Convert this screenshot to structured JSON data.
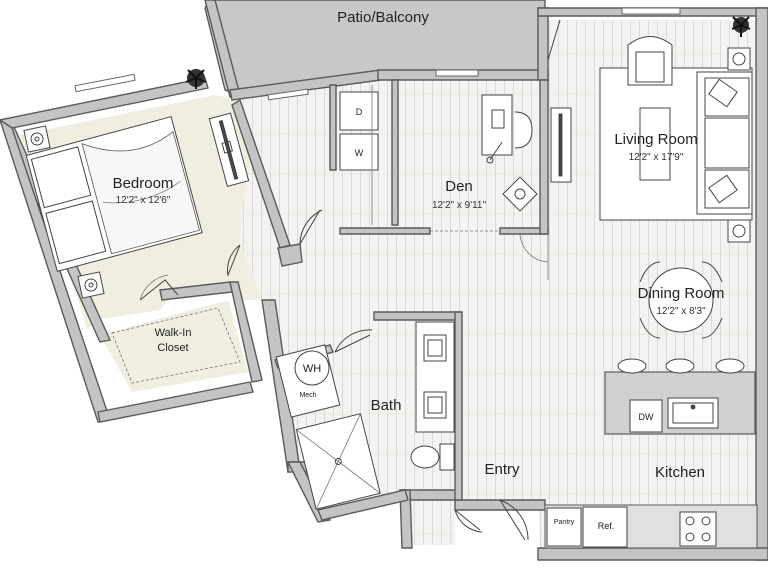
{
  "rooms": {
    "patio": {
      "name": "Patio/Balcony"
    },
    "bedroom": {
      "name": "Bedroom",
      "dimensions": "12'2\" x 12'6\""
    },
    "den": {
      "name": "Den",
      "dimensions": "12'2\" x 9'11\""
    },
    "living": {
      "name": "Living Room",
      "dimensions": "12'2\" x 17'9\""
    },
    "dining": {
      "name": "Dining Room",
      "dimensions": "12'2\" x 8'3\""
    },
    "closet": {
      "line1": "Walk-In",
      "line2": "Closet"
    },
    "bath": {
      "name": "Bath"
    },
    "entry": {
      "name": "Entry"
    },
    "kitchen": {
      "name": "Kitchen"
    }
  },
  "fixtures": {
    "dryer": "D",
    "washer": "W",
    "water_heater": "WH",
    "mech": "Mech",
    "dishwasher": "DW",
    "pantry": "Pantry",
    "fridge": "Ref."
  },
  "colors": {
    "wall": "#c4c4c4",
    "floor_plank": "#f4f3f1",
    "carpet": "#efeee0",
    "patio": "#c8c8c8"
  }
}
